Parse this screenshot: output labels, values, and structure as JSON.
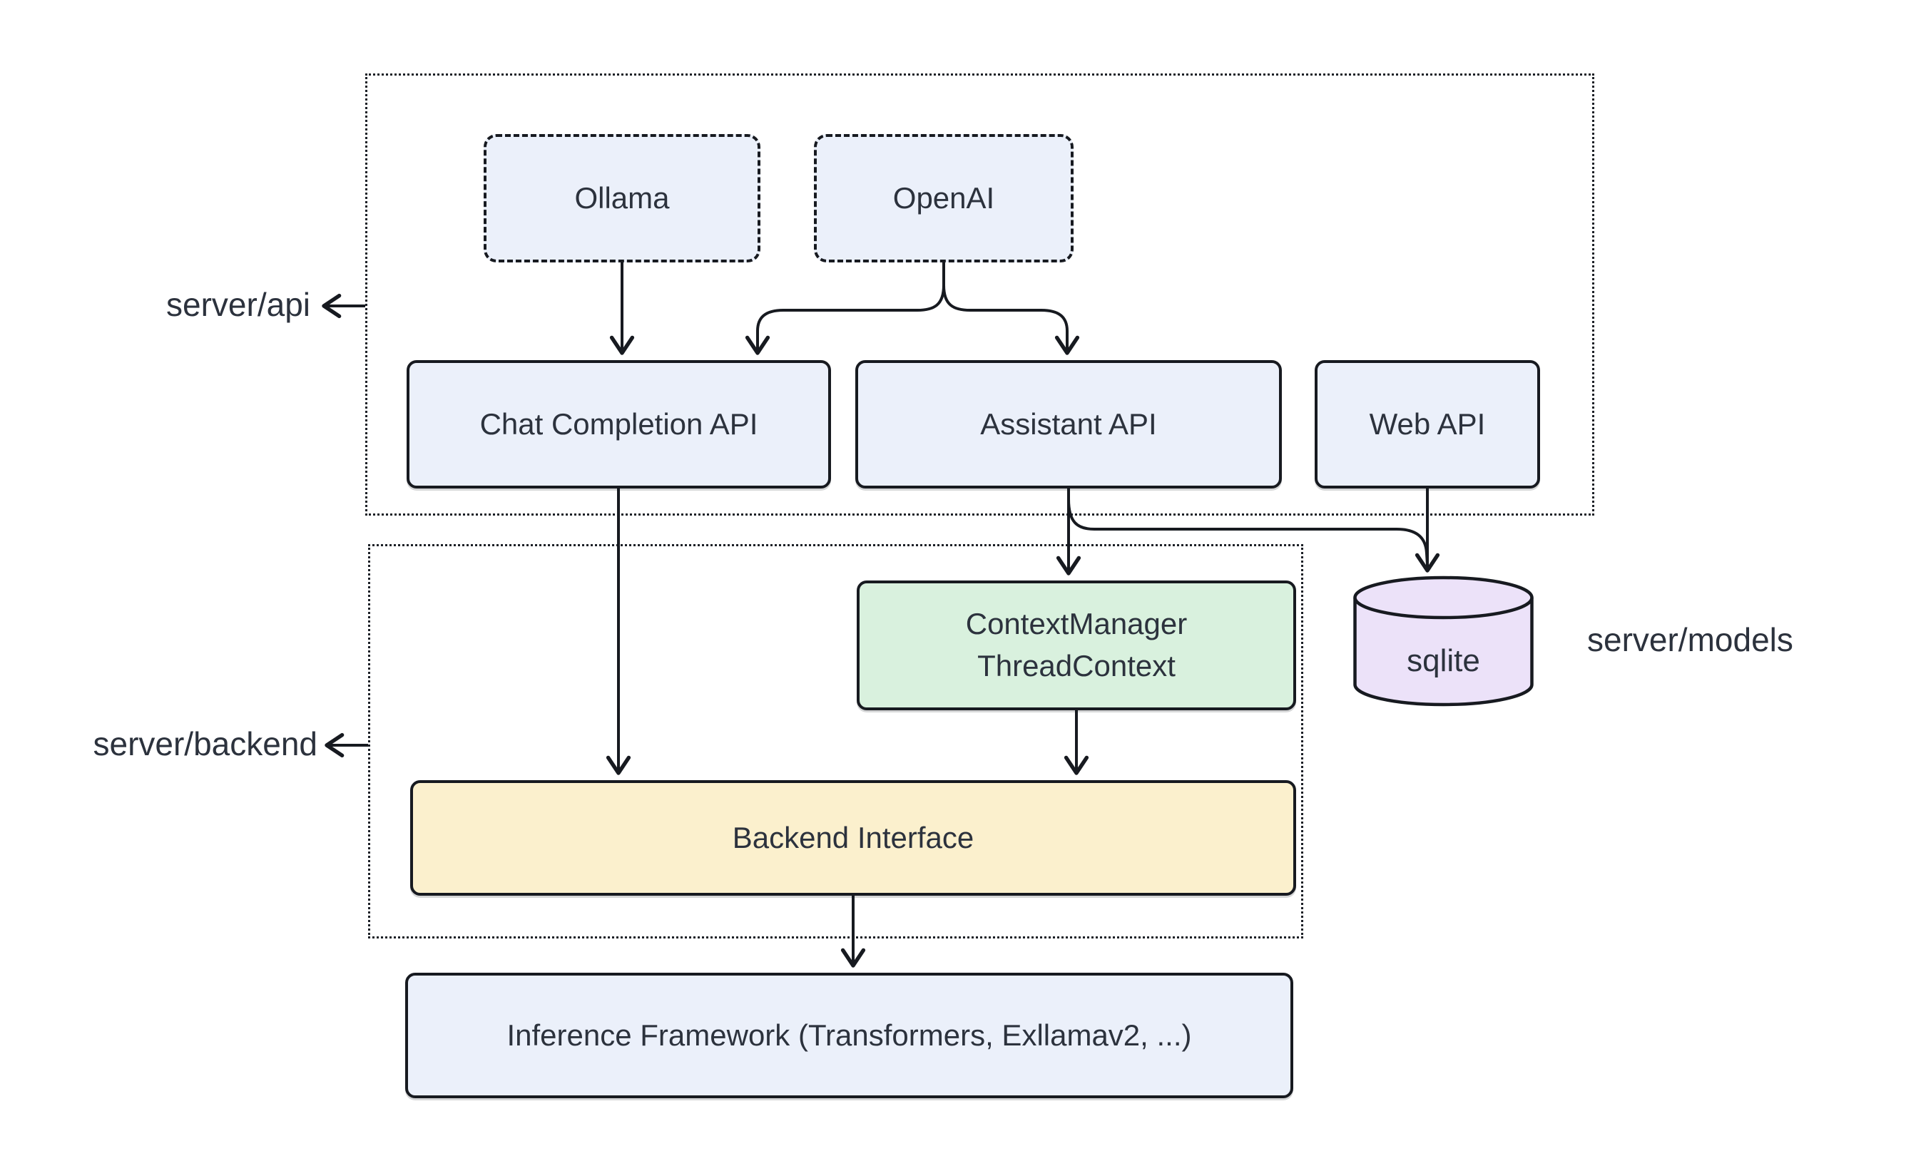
{
  "diagram": {
    "type": "architecture-flowchart",
    "background": "#ffffff",
    "colors": {
      "node_blue": "#ebf0fa",
      "node_green": "#d9f1de",
      "node_yellow": "#fbf0cd",
      "node_purple": "#ece2f9",
      "stroke": "#171a20",
      "text": "#2c323d"
    },
    "containers": {
      "server_api": {
        "label": "server/api"
      },
      "server_backend": {
        "label": "server/backend"
      }
    },
    "labels": {
      "server_models": "server/models"
    },
    "nodes": {
      "ollama": {
        "label": "Ollama",
        "style": "dashed",
        "fill": "#ebf0fa"
      },
      "openai": {
        "label": "OpenAI",
        "style": "dashed",
        "fill": "#ebf0fa"
      },
      "chat_completion_api": {
        "label": "Chat Completion API",
        "style": "solid",
        "fill": "#ebf0fa"
      },
      "assistant_api": {
        "label": "Assistant API",
        "style": "solid",
        "fill": "#ebf0fa"
      },
      "web_api": {
        "label": "Web API",
        "style": "solid",
        "fill": "#ebf0fa"
      },
      "context_manager": {
        "lines": [
          "ContextManager",
          "ThreadContext"
        ],
        "style": "solid",
        "fill": "#d9f1de"
      },
      "sqlite": {
        "label": "sqlite",
        "style": "cylinder",
        "fill": "#ece2f9"
      },
      "backend_interface": {
        "label": "Backend Interface",
        "style": "solid",
        "fill": "#fbf0cd"
      },
      "inference_framework": {
        "label": "Inference Framework (Transformers, Exllamav2, ...)",
        "style": "solid",
        "fill": "#ebf0fa"
      }
    },
    "edges": [
      {
        "from": "Ollama",
        "to": "Chat Completion API"
      },
      {
        "from": "OpenAI",
        "to": "Chat Completion API"
      },
      {
        "from": "OpenAI",
        "to": "Assistant API"
      },
      {
        "from": "Chat Completion API",
        "to": "Backend Interface"
      },
      {
        "from": "Assistant API",
        "to": "ContextManager ThreadContext"
      },
      {
        "from": "Assistant API",
        "to": "sqlite"
      },
      {
        "from": "Web API",
        "to": "sqlite"
      },
      {
        "from": "ContextManager ThreadContext",
        "to": "Backend Interface"
      },
      {
        "from": "Backend Interface",
        "to": "Inference Framework (Transformers, Exllamav2, ...)"
      }
    ],
    "membership": {
      "server_api": [
        "Ollama",
        "OpenAI",
        "Chat Completion API",
        "Assistant API",
        "Web API"
      ],
      "server_backend": [
        "ContextManager ThreadContext",
        "Backend Interface"
      ]
    }
  }
}
